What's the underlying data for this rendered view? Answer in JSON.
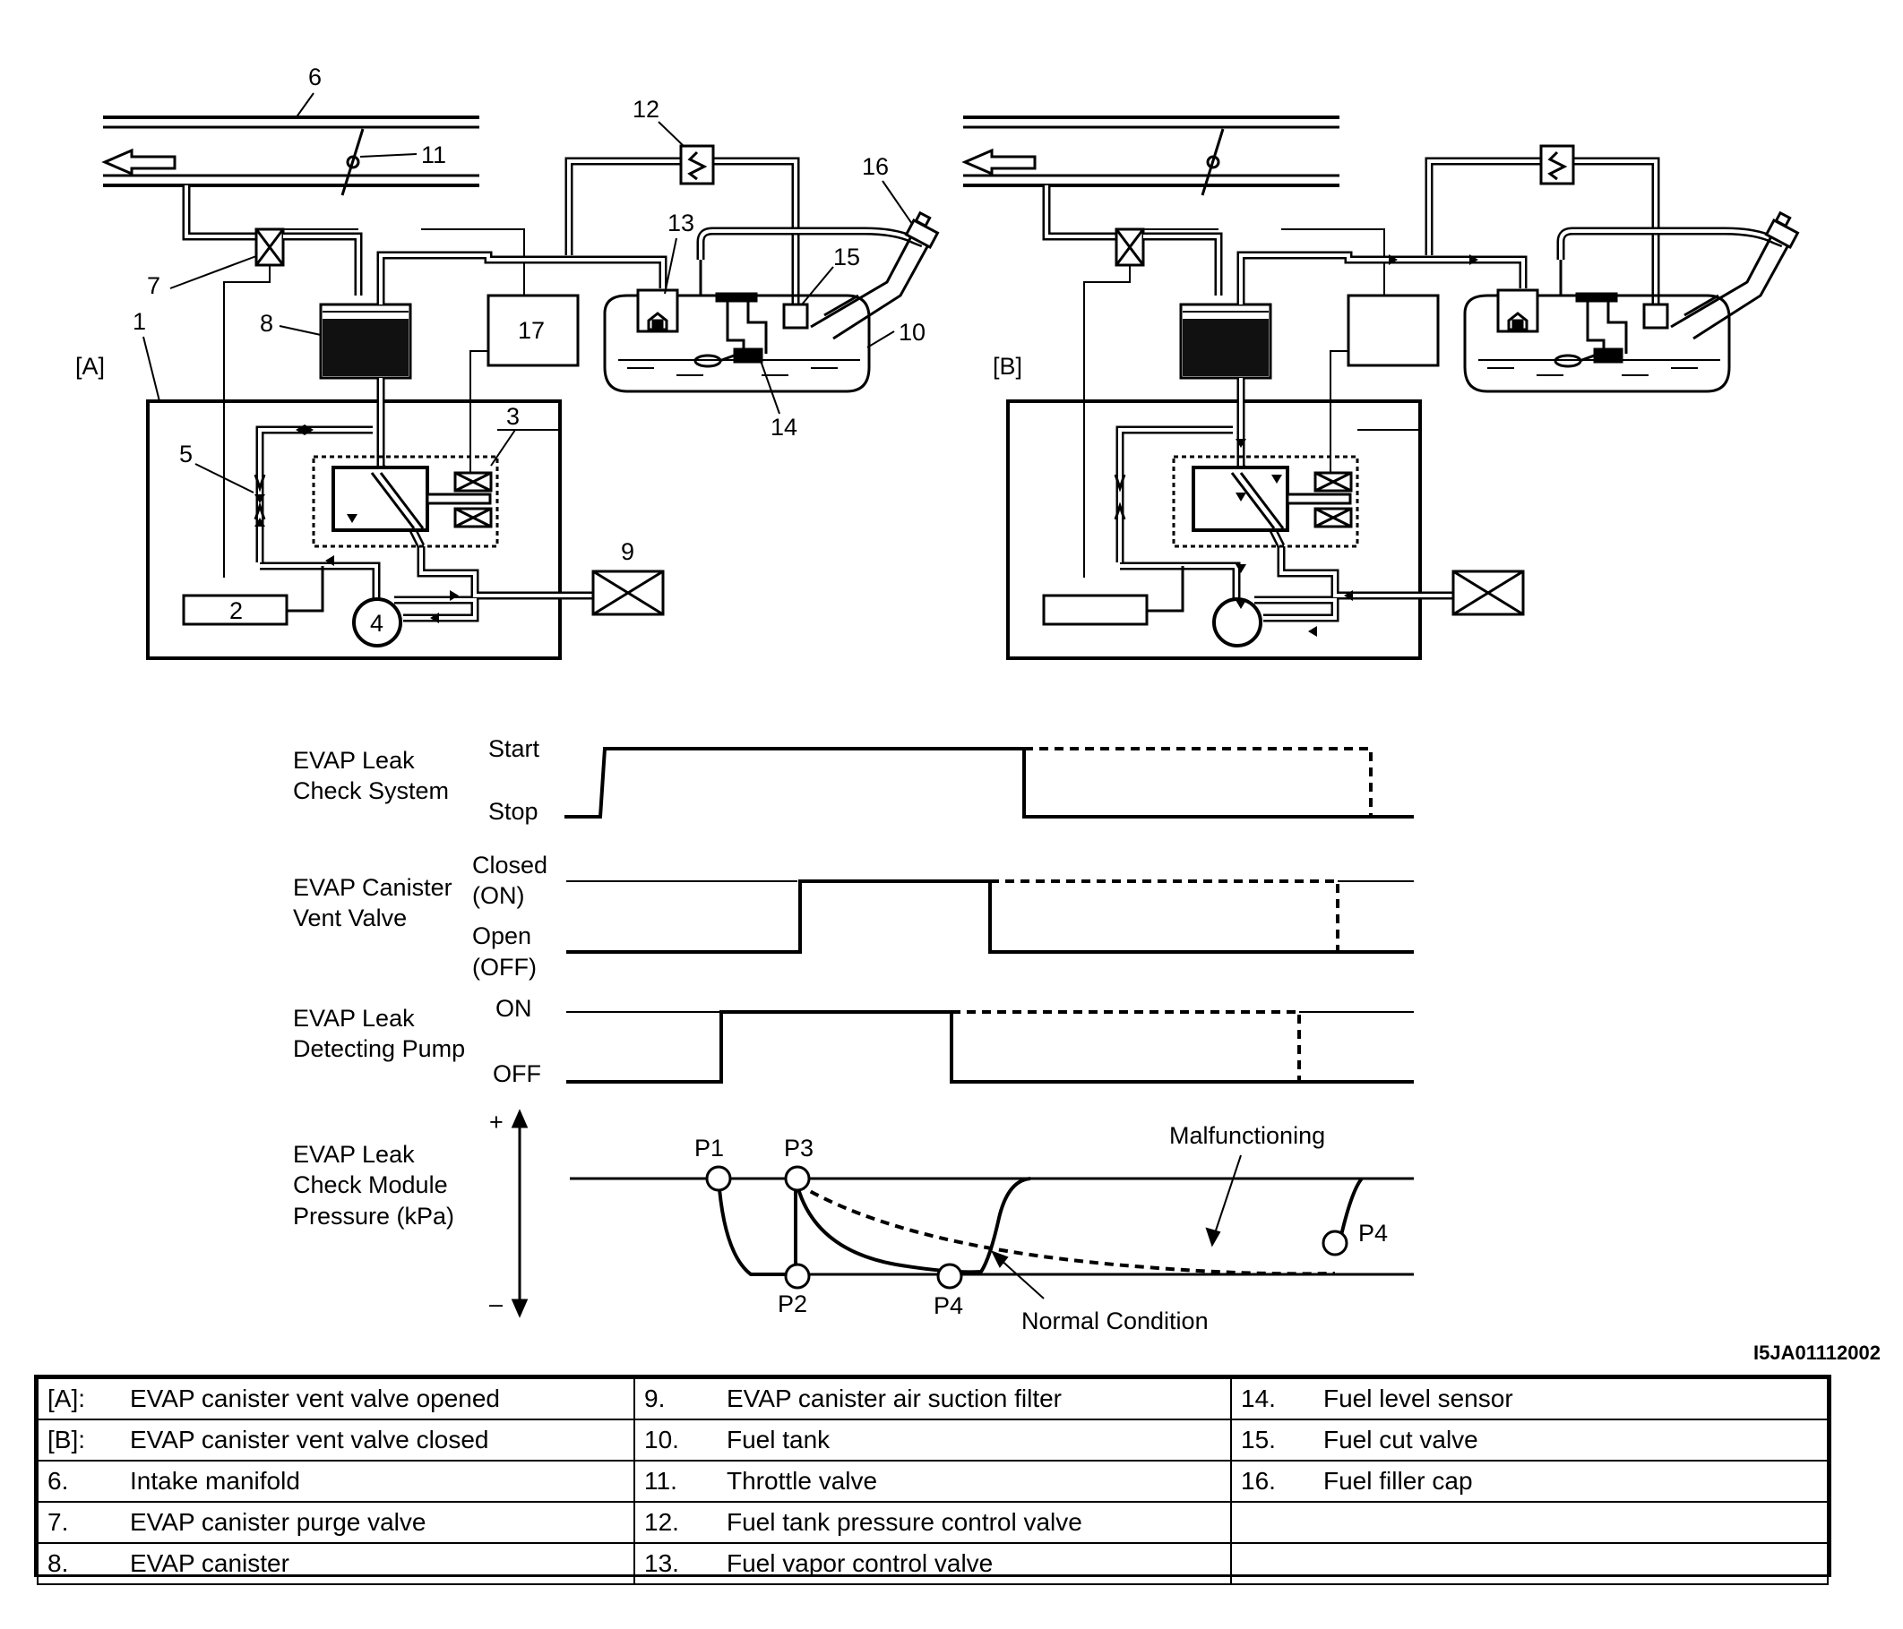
{
  "diagram_a": {
    "label": "[A]",
    "numbers": {
      "n1": "1",
      "n2": "2",
      "n3": "3",
      "n4": "4",
      "n5": "5",
      "n6": "6",
      "n7": "7",
      "n8": "8",
      "n9": "9",
      "n10": "10",
      "n11": "11",
      "n12": "12",
      "n13": "13",
      "n14": "14",
      "n15": "15",
      "n16": "16",
      "n17": "17"
    }
  },
  "diagram_b": {
    "label": "[B]"
  },
  "timing": {
    "system": {
      "name_line1": "EVAP Leak",
      "name_line2": "Check System",
      "high": "Start",
      "low": "Stop"
    },
    "vent": {
      "name_line1": "EVAP Canister",
      "name_line2": "Vent Valve",
      "high_line1": "Closed",
      "high_line2": "(ON)",
      "low_line1": "Open",
      "low_line2": "(OFF)"
    },
    "pump": {
      "name_line1": "EVAP Leak",
      "name_line2": "Detecting Pump",
      "high": "ON",
      "low": "OFF"
    },
    "pressure": {
      "name_line1": "EVAP Leak",
      "name_line2": "Check Module",
      "name_line3": "Pressure (kPa)",
      "plus": "+",
      "minus": "–",
      "p1": "P1",
      "p2": "P2",
      "p3": "P3",
      "p4a": "P4",
      "p4b": "P4",
      "malfunctioning": "Malfunctioning",
      "normal": "Normal Condition"
    }
  },
  "figure_id": "I5JA01112002",
  "legend": {
    "rows": [
      [
        {
          "num": "[A]:",
          "text": "EVAP canister vent valve opened"
        },
        {
          "num": "9.",
          "text": "EVAP canister air suction filter"
        },
        {
          "num": "14.",
          "text": "Fuel level sensor"
        }
      ],
      [
        {
          "num": "[B]:",
          "text": "EVAP canister vent valve closed"
        },
        {
          "num": "10.",
          "text": "Fuel tank"
        },
        {
          "num": "15.",
          "text": "Fuel cut valve"
        }
      ],
      [
        {
          "num": "6.",
          "text": "Intake manifold"
        },
        {
          "num": "11.",
          "text": "Throttle valve"
        },
        {
          "num": "16.",
          "text": "Fuel filler cap"
        }
      ],
      [
        {
          "num": "7.",
          "text": "EVAP canister purge valve"
        },
        {
          "num": "12.",
          "text": "Fuel tank pressure control valve"
        },
        {
          "num": "",
          "text": ""
        }
      ],
      [
        {
          "num": "8.",
          "text": "EVAP canister"
        },
        {
          "num": "13.",
          "text": "Fuel vapor control valve"
        },
        {
          "num": "",
          "text": ""
        }
      ]
    ]
  }
}
